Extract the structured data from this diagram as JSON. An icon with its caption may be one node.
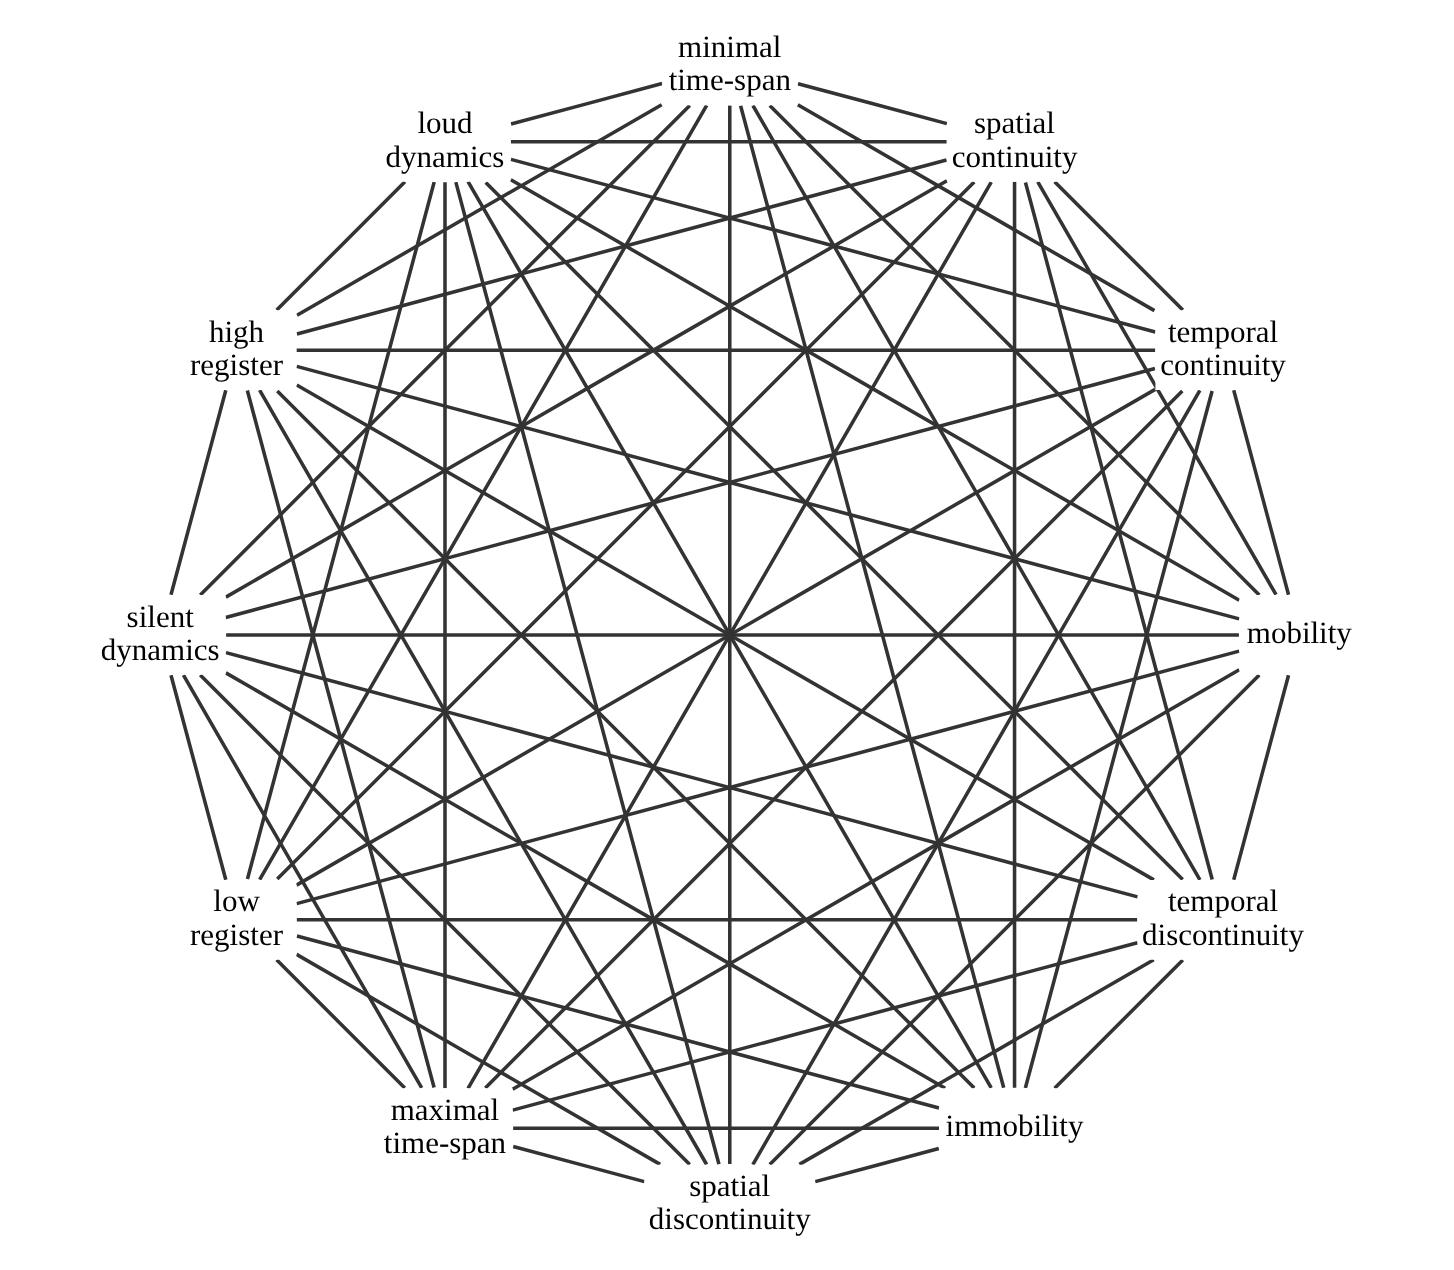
{
  "diagram": {
    "nodes": [
      {
        "text": [
          "mobility"
        ]
      },
      {
        "text": [
          "temporal continuity"
        ]
      },
      {
        "text": [
          "spatial discontinuity"
        ]
      },
      {
        "text": [
          "maximal time-span"
        ]
      },
      {
        "text": [
          "silent dynamics"
        ]
      },
      {
        "text": [
          "high register"
        ]
      },
      {
        "text": [
          "low register"
        ]
      },
      {
        "text": [
          "loud dynamics"
        ]
      },
      {
        "text": [
          "minimal time-span"
        ]
      },
      {
        "text": [
          "spatial continuity"
        ]
      },
      {
        "text": [
          "temporal discontinuity"
        ]
      },
      {
        "text": [
          "immobility"
        ]
      }
    ],
    "edges": [
      {
        "from": 0,
        "to": 1,
        "arrow": "none"
      },
      {
        "from": 0,
        "to": 2,
        "arrow": "none"
      },
      {
        "from": 0,
        "to": 3,
        "arrow": "none"
      },
      {
        "from": 0,
        "to": 4,
        "arrow": "none"
      },
      {
        "from": 0,
        "to": 5,
        "arrow": "none"
      },
      {
        "from": 0,
        "to": 6,
        "arrow": "none"
      },
      {
        "from": 0,
        "to": 7,
        "arrow": "none"
      },
      {
        "from": 0,
        "to": 8,
        "arrow": "none"
      },
      {
        "from": 0,
        "to": 9,
        "arrow": "none"
      },
      {
        "from": 0,
        "to": 10,
        "arrow": "none"
      },
      {
        "from": 1,
        "to": 2,
        "arrow": "none"
      },
      {
        "from": 1,
        "to": 3,
        "arrow": "none"
      },
      {
        "from": 1,
        "to": 4,
        "arrow": "none"
      },
      {
        "from": 1,
        "to": 5,
        "arrow": "none"
      },
      {
        "from": 1,
        "to": 6,
        "arrow": "none"
      },
      {
        "from": 1,
        "to": 7,
        "arrow": "none"
      },
      {
        "from": 1,
        "to": 8,
        "arrow": "none"
      },
      {
        "from": 1,
        "to": 9,
        "arrow": "none"
      },
      {
        "from": 1,
        "to": 11,
        "arrow": "none"
      },
      {
        "from": 2,
        "to": 3,
        "arrow": "none"
      },
      {
        "from": 2,
        "to": 4,
        "arrow": "none"
      },
      {
        "from": 2,
        "to": 5,
        "arrow": "none"
      },
      {
        "from": 2,
        "to": 6,
        "arrow": "none"
      },
      {
        "from": 2,
        "to": 7,
        "arrow": "none"
      },
      {
        "from": 2,
        "to": 8,
        "arrow": "none"
      },
      {
        "from": 2,
        "to": 10,
        "arrow": "none"
      },
      {
        "from": 2,
        "to": 11,
        "arrow": "none"
      },
      {
        "from": 3,
        "to": 4,
        "arrow": "none"
      },
      {
        "from": 3,
        "to": 5,
        "arrow": "none"
      },
      {
        "from": 3,
        "to": 6,
        "arrow": "none"
      },
      {
        "from": 3,
        "to": 7,
        "arrow": "none"
      },
      {
        "from": 3,
        "to": 9,
        "arrow": "none"
      },
      {
        "from": 3,
        "to": 10,
        "arrow": "none"
      },
      {
        "from": 3,
        "to": 11,
        "arrow": "none"
      },
      {
        "from": 4,
        "to": 5,
        "arrow": "none"
      },
      {
        "from": 4,
        "to": 6,
        "arrow": "none"
      },
      {
        "from": 4,
        "to": 8,
        "arrow": "none"
      },
      {
        "from": 4,
        "to": 9,
        "arrow": "none"
      },
      {
        "from": 4,
        "to": 10,
        "arrow": "none"
      },
      {
        "from": 4,
        "to": 11,
        "arrow": "none"
      },
      {
        "from": 5,
        "to": 7,
        "arrow": "none"
      },
      {
        "from": 5,
        "to": 8,
        "arrow": "none"
      },
      {
        "from": 5,
        "to": 9,
        "arrow": "none"
      },
      {
        "from": 5,
        "to": 10,
        "arrow": "none"
      },
      {
        "from": 5,
        "to": 11,
        "arrow": "none"
      },
      {
        "from": 6,
        "to": 7,
        "arrow": "none"
      },
      {
        "from": 6,
        "to": 8,
        "arrow": "none"
      },
      {
        "from": 6,
        "to": 9,
        "arrow": "none"
      },
      {
        "from": 6,
        "to": 10,
        "arrow": "none"
      },
      {
        "from": 6,
        "to": 11,
        "arrow": "none"
      },
      {
        "from": 7,
        "to": 8,
        "arrow": "none"
      },
      {
        "from": 7,
        "to": 9,
        "arrow": "none"
      },
      {
        "from": 7,
        "to": 10,
        "arrow": "none"
      },
      {
        "from": 7,
        "to": 11,
        "arrow": "none"
      },
      {
        "from": 8,
        "to": 9,
        "arrow": "none"
      },
      {
        "from": 8,
        "to": 10,
        "arrow": "none"
      },
      {
        "from": 8,
        "to": 11,
        "arrow": "none"
      },
      {
        "from": 9,
        "to": 10,
        "arrow": "none"
      },
      {
        "from": 9,
        "to": 11,
        "arrow": "none"
      },
      {
        "from": 10,
        "to": 11,
        "arrow": "none"
      }
    ]
  }
}
